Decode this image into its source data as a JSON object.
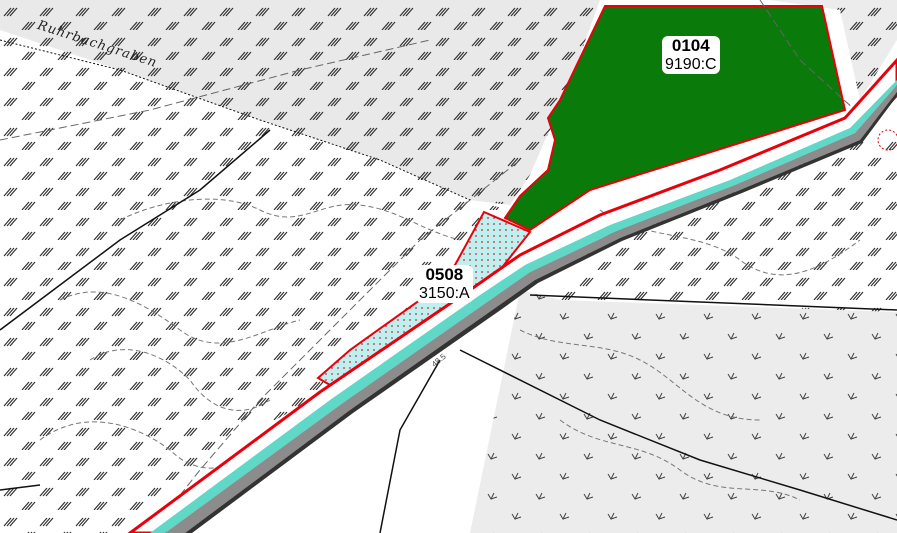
{
  "map": {
    "stream_name": "Ruhrbachgraben",
    "road_number": "48.5",
    "parcels": [
      {
        "id": "0104",
        "code": "9190:C",
        "fill": "#0a7a0a"
      },
      {
        "id": "0508",
        "code": "3150:A",
        "fill": "#bff0f0"
      }
    ],
    "colors": {
      "background": "#ffffff",
      "meadow_gray": "#e8e8e8",
      "forest_green": "#0a7a0a",
      "water_cyan": "#bff0f0",
      "boundary_red": "#e8000a",
      "road_gray": "#8c8c8c",
      "hatch": "#333333"
    }
  }
}
